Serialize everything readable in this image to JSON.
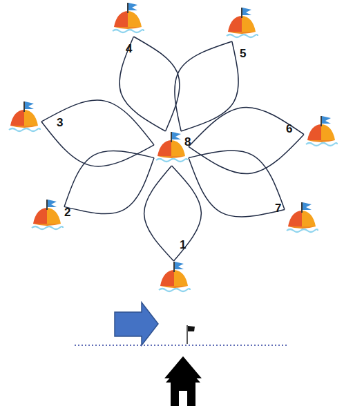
{
  "diagram": {
    "nodes": [
      {
        "text": [
          "1"
        ]
      },
      {
        "text": [
          "2"
        ]
      },
      {
        "text": [
          "3"
        ]
      },
      {
        "text": [
          "4"
        ]
      },
      {
        "text": [
          "5"
        ]
      },
      {
        "text": [
          "6"
        ]
      },
      {
        "text": [
          "7"
        ]
      },
      {
        "text": [
          "8"
        ]
      }
    ],
    "edges": [
      {
        "from": 0,
        "to": 7,
        "arrow": "none"
      },
      {
        "from": 7,
        "to": 0,
        "arrow": "none"
      },
      {
        "from": 1,
        "to": 7,
        "arrow": "none"
      },
      {
        "from": 7,
        "to": 1,
        "arrow": "none"
      },
      {
        "from": 2,
        "to": 7,
        "arrow": "none"
      },
      {
        "from": 7,
        "to": 2,
        "arrow": "none"
      },
      {
        "from": 3,
        "to": 7,
        "arrow": "none"
      },
      {
        "from": 7,
        "to": 3,
        "arrow": "none"
      },
      {
        "from": 4,
        "to": 7,
        "arrow": "none"
      },
      {
        "from": 7,
        "to": 4,
        "arrow": "none"
      },
      {
        "from": 5,
        "to": 7,
        "arrow": "none"
      },
      {
        "from": 7,
        "to": 5,
        "arrow": "none"
      },
      {
        "from": 6,
        "to": 7,
        "arrow": "none"
      },
      {
        "from": 7,
        "to": 6,
        "arrow": "none"
      }
    ]
  }
}
